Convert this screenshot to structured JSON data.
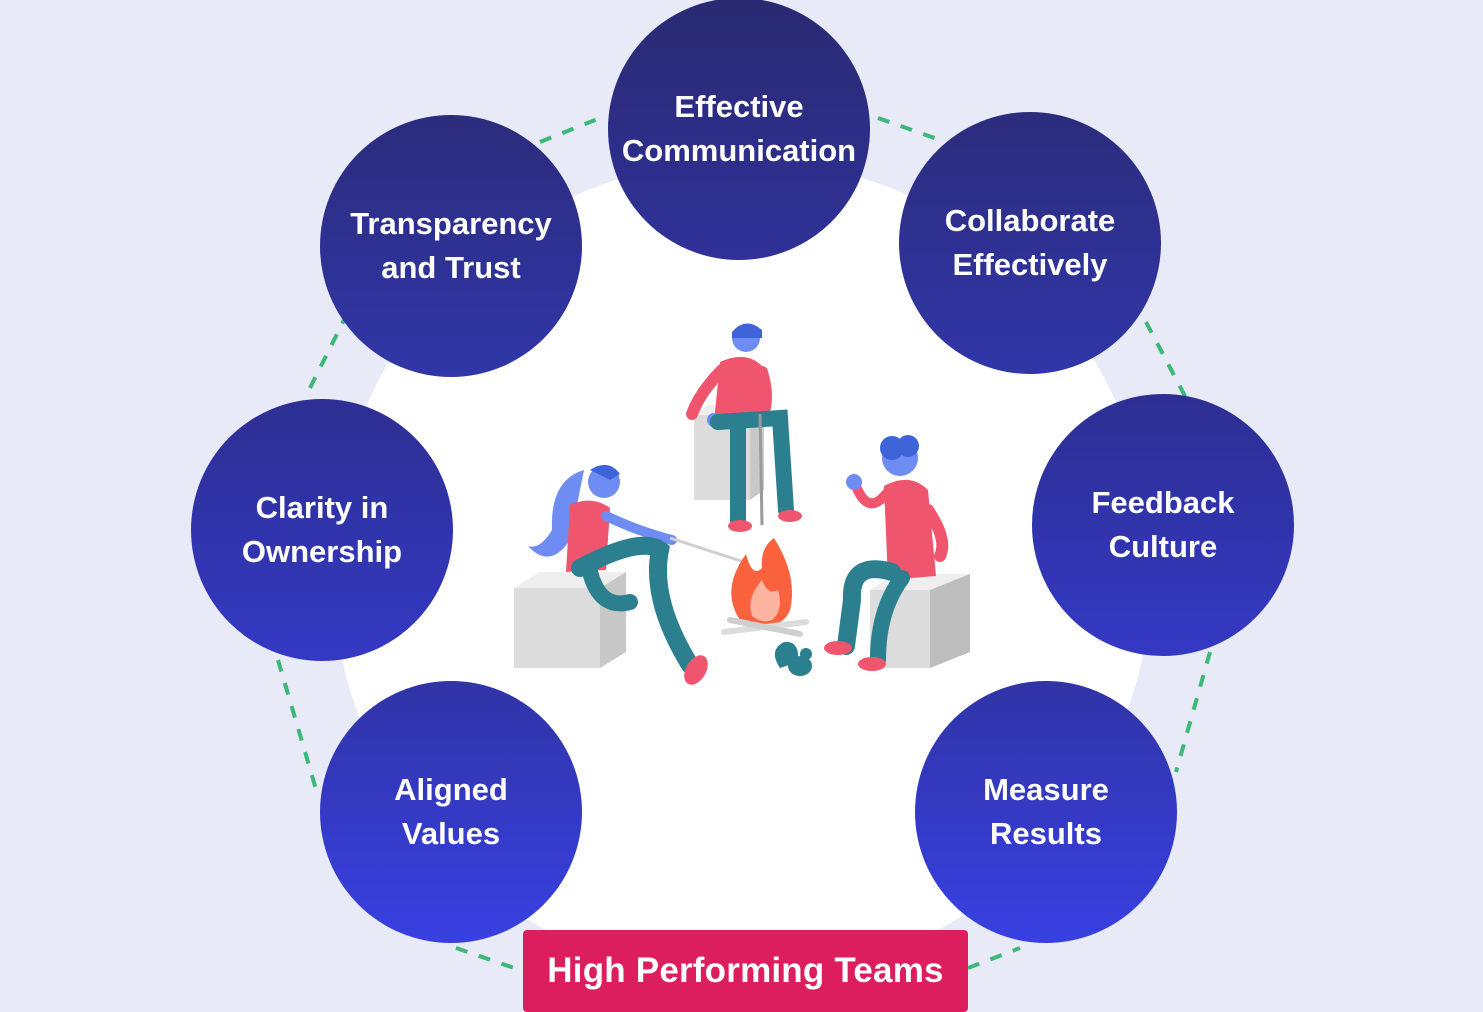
{
  "title": "High Performing Teams",
  "nodes": [
    {
      "label": "Effective\nCommunication"
    },
    {
      "label": "Collaborate\nEffectively"
    },
    {
      "label": "Feedback\nCulture"
    },
    {
      "label": "Measure\nResults"
    },
    {
      "label": "Aligned\nValues"
    },
    {
      "label": "Clarity in\nOwnership"
    },
    {
      "label": "Transparency\nand Trust"
    }
  ],
  "colors": {
    "background": "#e8eaf8",
    "node_top": "#2b2a78",
    "node_bottom": "#3a3fdc",
    "title_box": "#dc1d5e",
    "connector_dash": "#3cb878",
    "figure_shirt": "#f0556e",
    "figure_skin": "#6f8cf2",
    "figure_pants": "#2c7f8f",
    "fire": "#f9623d"
  },
  "illustration": {
    "description_icon": "campfire-people-icon"
  }
}
